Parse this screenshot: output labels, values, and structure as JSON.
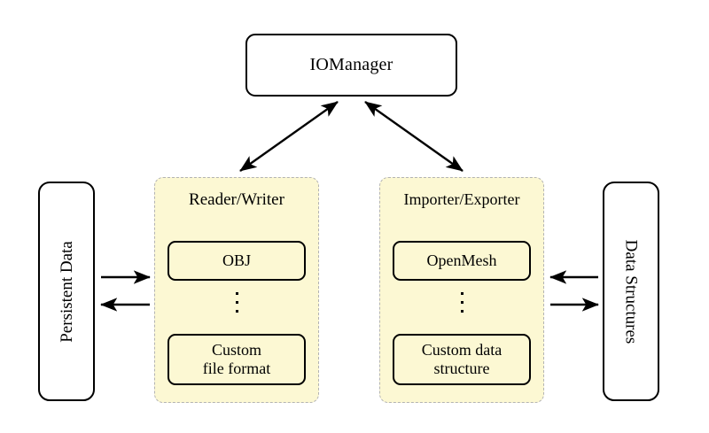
{
  "diagram": {
    "title_node": {
      "label": "IOManager"
    },
    "left_endpoint": {
      "label": "Persistent Data"
    },
    "right_endpoint": {
      "label": "Data Structures"
    },
    "groups": [
      {
        "title": "Reader/Writer",
        "items": [
          {
            "label": "OBJ"
          },
          {
            "label": "Custom\nfile format"
          }
        ],
        "ellipsis": "⋮"
      },
      {
        "title": "Importer/Exporter",
        "items": [
          {
            "label": "OpenMesh"
          },
          {
            "label": "Custom data\nstructure"
          }
        ],
        "ellipsis": "⋮"
      }
    ],
    "connections": [
      {
        "name": "iomanager-to-readerwriter",
        "style": "double-arrow"
      },
      {
        "name": "iomanager-to-importerexporter",
        "style": "double-arrow"
      },
      {
        "name": "persistentdata-to-readerwriter",
        "style": "arrow-right"
      },
      {
        "name": "readerwriter-to-persistentdata",
        "style": "arrow-left"
      },
      {
        "name": "datastructures-to-importerexporter",
        "style": "arrow-left"
      },
      {
        "name": "importerexporter-to-datastructures",
        "style": "arrow-right"
      }
    ],
    "colors": {
      "group_fill": "#fcf8d3",
      "group_border": "#b3b3b3",
      "stroke": "#000000",
      "background": "#ffffff"
    }
  }
}
